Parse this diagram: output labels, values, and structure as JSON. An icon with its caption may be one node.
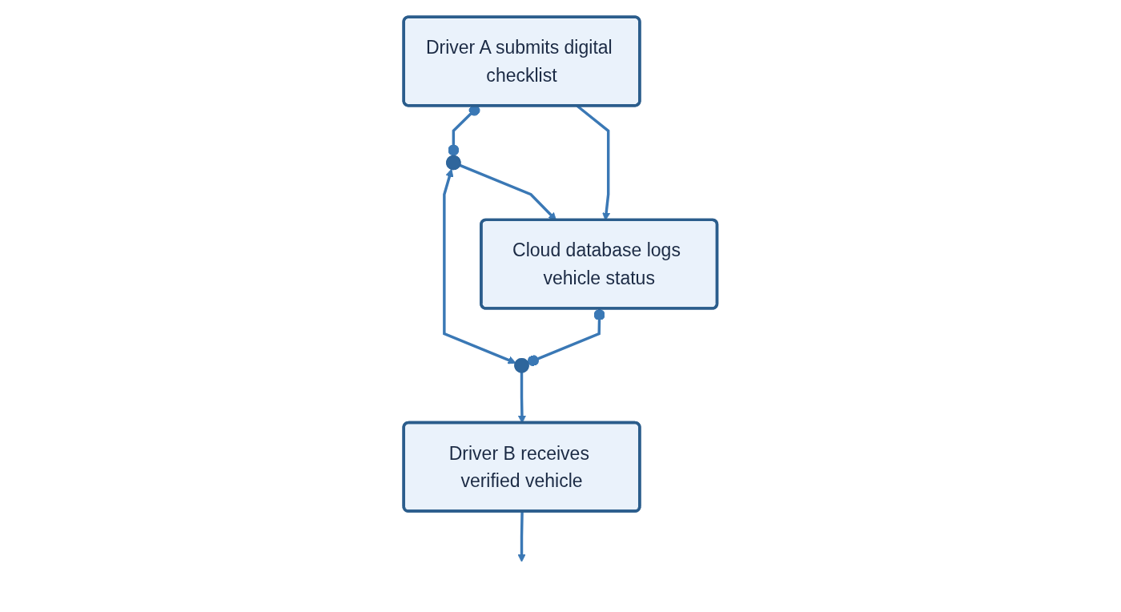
{
  "diagram": {
    "nodes": [
      {
        "text": [
          "Driver A submits digital checklist"
        ]
      },
      {
        "text": [],
        "shape": "circle"
      },
      {
        "text": [
          "Cloud database logs vehicle status"
        ]
      },
      {
        "text": [],
        "shape": "circle"
      },
      {
        "text": [
          "Driver B receives verified vehicle"
        ]
      }
    ],
    "edges": [
      {
        "from": 0,
        "to": 1,
        "arrow": "other"
      },
      {
        "from": 1,
        "to": 2,
        "arrow": "to"
      },
      {
        "from": 0,
        "to": 2,
        "arrow": "to"
      },
      {
        "from": 1,
        "to": 3,
        "arrow": "both"
      },
      {
        "from": 2,
        "to": 3,
        "arrow": "other"
      },
      {
        "from": 3,
        "to": 4,
        "arrow": "to"
      },
      {
        "from": 4,
        "to": null,
        "arrow": "to"
      }
    ]
  }
}
